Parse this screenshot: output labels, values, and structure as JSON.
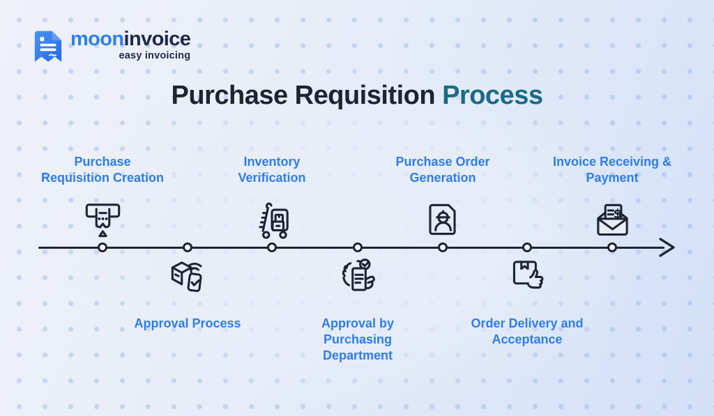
{
  "brand": {
    "name_primary": "moon",
    "name_secondary": "invoice",
    "tagline": "easy invoicing"
  },
  "title": {
    "main": "Purchase Requisition",
    "accent": "Process"
  },
  "colors": {
    "step_label_blue": "#2e7de9",
    "title_dark": "#1d2430",
    "title_accent_teal": "#1b6a85",
    "icon_and_line_stroke": "#1d2433",
    "brand_blue": "#2f80ed",
    "brand_dark_navy": "#20284a",
    "background_light": "#eff1f9",
    "background_blue": "#d2e0f8"
  },
  "timeline": {
    "direction": "left-to-right",
    "steps": [
      {
        "label": "Purchase\nRequisition Creation",
        "position": "above",
        "icon": "receipt-dispenser"
      },
      {
        "label": "Approval Process",
        "position": "below",
        "icon": "approval-package"
      },
      {
        "label": "Inventory\nVerification",
        "position": "above",
        "icon": "inventory-cart"
      },
      {
        "label": "Approval by\nPurchasing\nDepartment",
        "position": "below",
        "icon": "document-approval"
      },
      {
        "label": "Purchase Order\nGeneration",
        "position": "above",
        "icon": "purchase-order-worker"
      },
      {
        "label": "Order Delivery and\nAcceptance",
        "position": "below",
        "icon": "delivery-thumbs-up"
      },
      {
        "label": "Invoice Receiving &\nPayment",
        "position": "above",
        "icon": "invoice-envelope"
      }
    ]
  }
}
